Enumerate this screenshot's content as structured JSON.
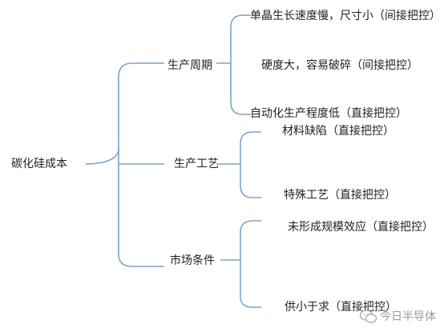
{
  "diagram": {
    "root": "碳化硅成本",
    "branches": [
      {
        "label": "生产周期",
        "items": [
          "单晶生长速度慢，尺寸小（间接把控）",
          "硬度大，容易破碎（间接把控）",
          "自动化生产程度低（直接把控）"
        ]
      },
      {
        "label": "生产工艺",
        "items": [
          "材料缺陷（直接把控）",
          "特殊工艺（直接把控）"
        ]
      },
      {
        "label": "市场条件",
        "items": [
          "未形成规模效应（直接把控）",
          "供小于求（直接把控）"
        ]
      }
    ]
  },
  "watermark": {
    "text": "今日半导体"
  },
  "colors": {
    "line": "#7fa2cc",
    "text": "#222222",
    "watermark": "#9a9a9a"
  }
}
